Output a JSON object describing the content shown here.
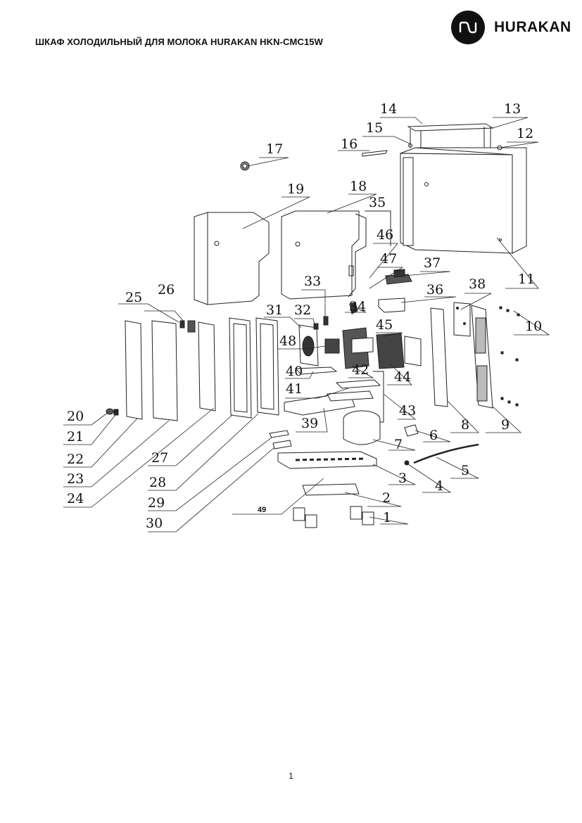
{
  "header": {
    "title": "ШКАФ ХОЛОДИЛЬНЫЙ ДЛЯ МОЛОКА HURAKAN HKN-CMC15W",
    "brand": "HURAKAN"
  },
  "diagram": {
    "callouts": [
      "1",
      "2",
      "3",
      "4",
      "5",
      "6",
      "7",
      "8",
      "9",
      "10",
      "11",
      "12",
      "13",
      "14",
      "15",
      "16",
      "17",
      "18",
      "19",
      "20",
      "21",
      "22",
      "23",
      "24",
      "25",
      "26",
      "27",
      "28",
      "29",
      "30",
      "31",
      "32",
      "33",
      "34",
      "35",
      "36",
      "37",
      "38",
      "39",
      "40",
      "41",
      "42",
      "43",
      "44",
      "45",
      "46",
      "47",
      "48",
      "49"
    ]
  },
  "footer": {
    "page_number": "1"
  }
}
